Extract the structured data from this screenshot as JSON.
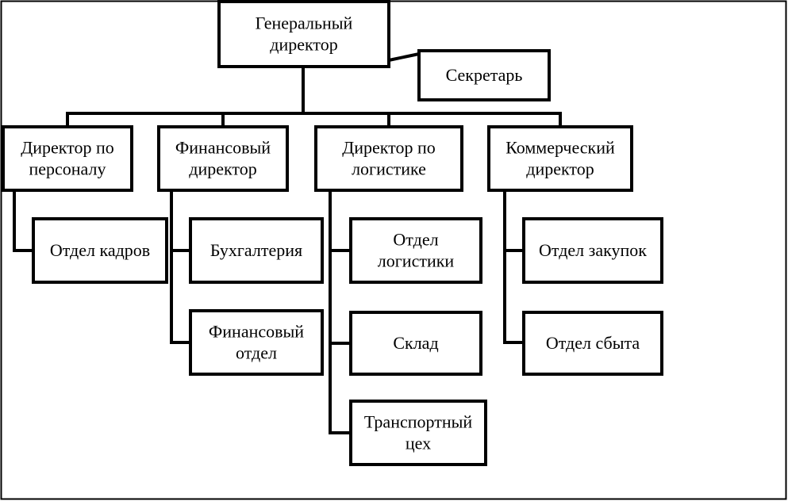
{
  "nodes": {
    "ceo": [
      "Генеральный",
      "директор"
    ],
    "secretary": [
      "Секретарь"
    ],
    "hr_director": [
      "Директор по",
      "персоналу"
    ],
    "cfo": [
      "Финансовый",
      "директор"
    ],
    "logistics_director": [
      "Директор по",
      "логистике"
    ],
    "commercial_director": [
      "Коммерческий",
      "директор"
    ],
    "hr_dept": [
      "Отдел кадров"
    ],
    "accounting": [
      "Бухгалтерия"
    ],
    "finance_dept": [
      "Финансовый",
      "отдел"
    ],
    "logistics_dept": [
      "Отдел",
      "логистики"
    ],
    "warehouse": [
      "Склад"
    ],
    "transport": [
      "Транспортный",
      "цех"
    ],
    "purchasing": [
      "Отдел закупок"
    ],
    "sales": [
      "Отдел сбыта"
    ]
  }
}
